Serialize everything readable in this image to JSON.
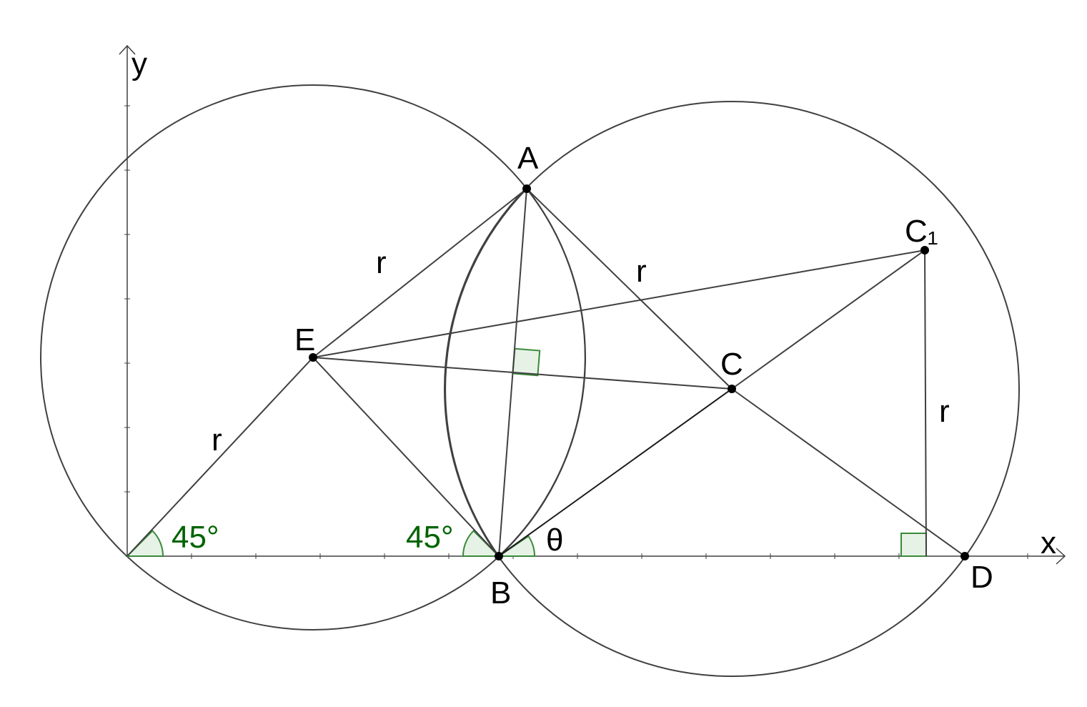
{
  "axes": {
    "x_label": "x",
    "y_label": "y"
  },
  "points": {
    "A": "A",
    "B": "B",
    "C": "C",
    "C1": "C₁",
    "D": "D",
    "E": "E"
  },
  "segment_labels": {
    "EA": "r",
    "AC": "r",
    "OE": "r",
    "C1_foot": "r"
  },
  "angle_labels": {
    "origin": "45°",
    "B_left": "45°",
    "theta": "θ"
  },
  "colors": {
    "line": "#404040",
    "angle_fill": "#e6f2e6",
    "angle_stroke": "#3a8a3a",
    "angle_text": "#006400",
    "point": "#000000"
  }
}
